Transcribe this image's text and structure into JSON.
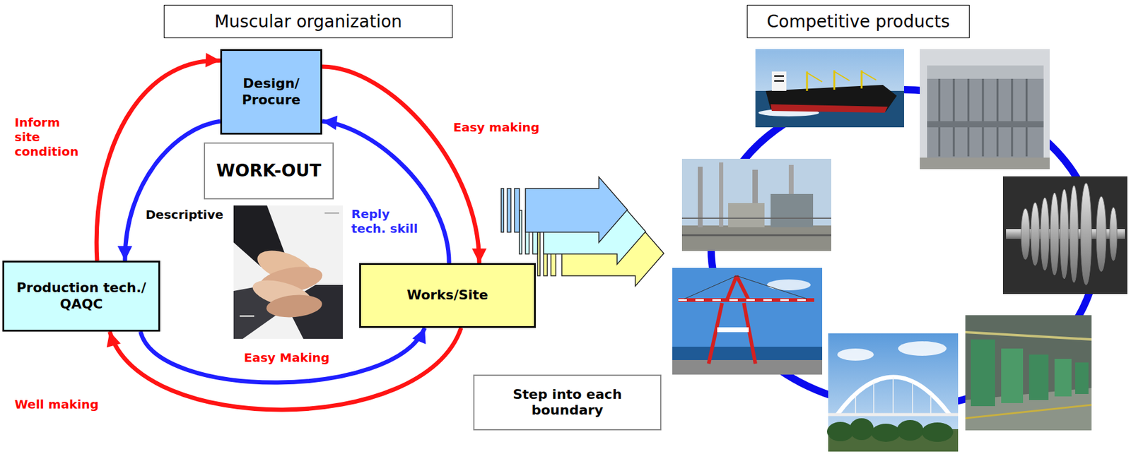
{
  "diagram": {
    "nodes": [
      {
        "text": [
          "Muscular organization"
        ]
      },
      {
        "text": [
          "Competitive products"
        ]
      },
      {
        "text": [
          "Design/ Procure"
        ]
      },
      {
        "text": [
          "WORK-OUT"
        ]
      },
      {
        "text": [
          "Production tech./ QAQC"
        ]
      },
      {
        "text": [
          "Works/Site"
        ]
      },
      {
        "text": [
          "Step into each boundary"
        ]
      }
    ],
    "edges": [
      {
        "from": 4,
        "to": 2,
        "label": "Inform site condition",
        "arrow": "to"
      },
      {
        "from": 2,
        "to": 4,
        "label": "Descriptive",
        "arrow": "to"
      },
      {
        "from": 2,
        "to": 5,
        "label": "Easy making",
        "arrow": "to"
      },
      {
        "from": 5,
        "to": 2,
        "label": "Reply tech. skill",
        "arrow": "to"
      },
      {
        "from": 4,
        "to": 5,
        "label": "Easy Making",
        "arrow": "to"
      },
      {
        "from": 5,
        "to": 4,
        "label": "Well making",
        "arrow": "to"
      }
    ]
  }
}
